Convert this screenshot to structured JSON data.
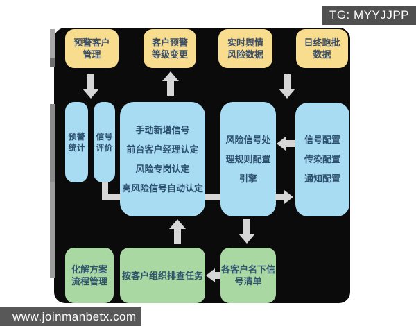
{
  "badges": {
    "tg_label": "TG: MYYJJPP",
    "site_label": "www.joinmanbetx.com"
  },
  "colors": {
    "panel_bg": "#0b0b0b",
    "yellow_box": "#f7dd8d",
    "blue_box": "#a7dcf3",
    "green_box": "#a9d8a3",
    "arrow": "#d6d6d6",
    "box_text": "#2c4f6e",
    "badge_bg": "#4f4f4f",
    "badge_text": "#ffffff"
  },
  "flow": {
    "top_row": [
      {
        "lines": [
          "预警客户",
          "管理"
        ]
      },
      {
        "lines": [
          "客户预警",
          "等级变更"
        ]
      },
      {
        "lines": [
          "实时舆情",
          "风险数据"
        ]
      },
      {
        "lines": [
          "日终跑批",
          "数据"
        ]
      }
    ],
    "middle_row": {
      "stat_col": {
        "lines": [
          "预警",
          "统计"
        ]
      },
      "eval_col": {
        "lines": [
          "信号",
          "评价"
        ]
      },
      "signal_box": {
        "lines": [
          "手动新增信号",
          "前台客户经理认定",
          "风险专岗认定",
          "高风险信号自动认定"
        ]
      },
      "engine_box": {
        "lines": [
          "风险信号处",
          "理规则配置",
          "引擎"
        ]
      },
      "config_box": {
        "lines": [
          "信号配置",
          "传染配置",
          "通知配置"
        ]
      }
    },
    "bottom_row": {
      "resolution_box": {
        "lines": [
          "化解方案",
          "流程管理"
        ]
      },
      "task_box": {
        "lines": [
          "按客户组织排查任务"
        ]
      },
      "list_box": {
        "lines": [
          "各客户名下信",
          "号清单"
        ]
      }
    }
  }
}
